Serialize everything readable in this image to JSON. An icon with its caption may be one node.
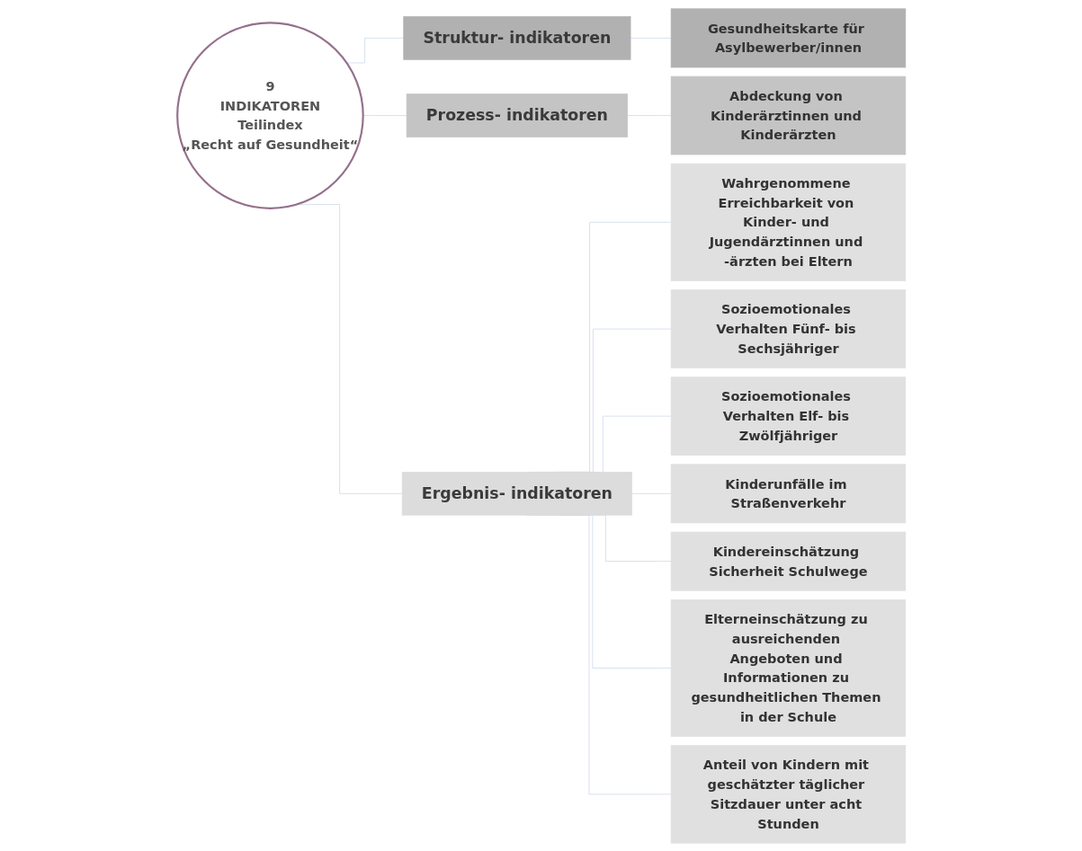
{
  "diagram": {
    "nodes": [
      {
        "text": [
          "9",
          "INDIKATOREN",
          "Teilindex",
          "„Recht auf Gesundheit“"
        ]
      },
      {
        "text": [
          "Struktur- indikatoren"
        ]
      },
      {
        "text": [
          "Gesundheitskarte für Asylbewerber/innen"
        ]
      },
      {
        "text": [
          "Prozess- indikatoren"
        ]
      },
      {
        "text": [
          "Abdeckung von Kinderärztinnen und Kinderärzten"
        ]
      },
      {
        "text": [
          "Ergebnis- indikatoren"
        ]
      },
      {
        "text": [
          "Wahrgenommene Erreichbarkeit von Kinder- und Jugendärztinnen und -ärzten bei Eltern"
        ]
      },
      {
        "text": [
          "Sozioemotionales Verhalten Fünf- bis Sechsjähriger"
        ]
      },
      {
        "text": [
          "Sozioemotionales Verhalten Elf- bis Zwölfjähriger"
        ]
      },
      {
        "text": [
          "Kinderunfälle im Straßenverkehr"
        ]
      },
      {
        "text": [
          "Kindereinschätzung Sicherheit Schulwege"
        ]
      },
      {
        "text": [
          "Elterneinschätzung zu ausreichenden Angeboten und Informationen zu gesundheitlichen Themen in der Schule"
        ]
      },
      {
        "text": [
          "Anteil von Kindern mit geschätzter täglicher Sitzdauer unter acht Stunden"
        ]
      }
    ],
    "edges": [
      {
        "from": 0,
        "to": 1,
        "arrow": "none"
      },
      {
        "from": 0,
        "to": 3,
        "arrow": "none"
      },
      {
        "from": 0,
        "to": 5,
        "arrow": "none"
      },
      {
        "from": 1,
        "to": 2,
        "arrow": "none"
      },
      {
        "from": 3,
        "to": 4,
        "arrow": "none"
      },
      {
        "from": 5,
        "to": 6,
        "arrow": "none"
      },
      {
        "from": 5,
        "to": 7,
        "arrow": "none"
      },
      {
        "from": 5,
        "to": 8,
        "arrow": "none"
      },
      {
        "from": 5,
        "to": 9,
        "arrow": "none"
      },
      {
        "from": 5,
        "to": 10,
        "arrow": "none"
      },
      {
        "from": 5,
        "to": 11,
        "arrow": "none"
      },
      {
        "from": 5,
        "to": 12,
        "arrow": "none"
      }
    ]
  }
}
